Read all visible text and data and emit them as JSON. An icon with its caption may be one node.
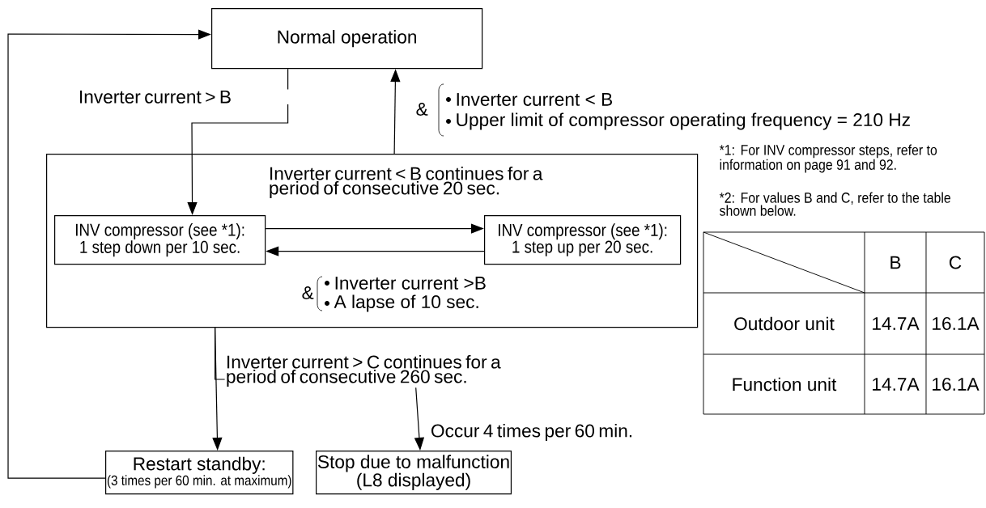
{
  "diagram": {
    "nodes": [
      {
        "text": [
          "Normal operation"
        ]
      },
      {
        "text": [],
        "shape": "box"
      },
      {
        "text": [
          "INV compressor (see *1):",
          "1 step down per 10 sec."
        ],
        "in": 1
      },
      {
        "text": [
          "INV compressor (see *1):",
          "1 step up per 20 sec."
        ],
        "in": 1
      },
      {
        "text": [
          "Restart standby:",
          "(3 times per 60 min. at maximum)"
        ]
      },
      {
        "text": [
          "Stop due to malfunction",
          "(L8 displayed)"
        ]
      }
    ],
    "edges": [
      {
        "from": 0,
        "to": 2,
        "arrow": "to",
        "label": "Inverter current > B"
      },
      {
        "from": 1,
        "to": 0,
        "arrow": "to"
      },
      {
        "from": 2,
        "to": 3,
        "arrow": "to",
        "label": "Inverter current < B continues for a period of consecutive 20 sec."
      },
      {
        "from": 3,
        "to": 2,
        "arrow": "to"
      },
      {
        "from": 1,
        "to": 4,
        "arrow": "to",
        "label": "Inverter current > C continues for a period of consecutive 260 sec."
      },
      {
        "from": 1,
        "to": 5,
        "arrow": "to",
        "label": "Occur 4 times per 60 min."
      },
      {
        "from": 4,
        "to": 0,
        "arrow": "to"
      }
    ],
    "labels": [
      "&",
      "Inverter current < B",
      "Upper limit of compressor operating frequency = 210 Hz",
      "*1: For INV compressor steps, refer to information on page 91 and 92.",
      "*2: For values B and C, refer to the table shown below.",
      "B",
      "C",
      "Outdoor unit",
      "14.7A",
      "16.1A",
      "Function unit",
      "14.7A",
      "16.1A",
      "&",
      "Inverter current >B",
      "A lapse of 10 sec."
    ]
  }
}
